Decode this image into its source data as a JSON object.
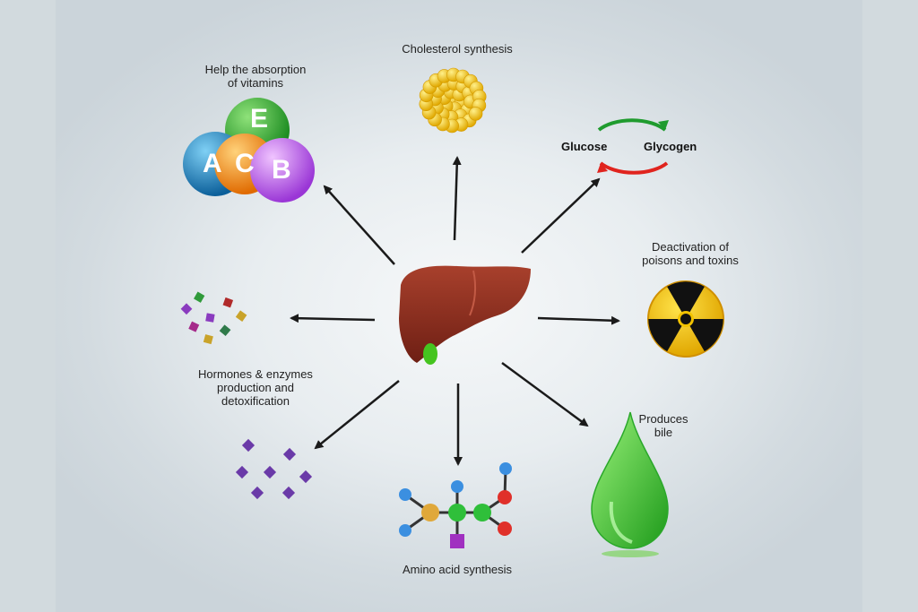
{
  "labels": {
    "vitamins": [
      "Help the absorption",
      "of vitamins"
    ],
    "cholesterol": "Cholesterol synthesis",
    "glucose": "Glucose",
    "glycogen": "Glycogen",
    "poisons": [
      "Deactivation of",
      "poisons and toxins"
    ],
    "hormones": [
      "Hormones & enzymes",
      "production and",
      "detoxification"
    ],
    "bile": [
      "Produces",
      "bile"
    ],
    "amino": "Amino acid synthesis"
  },
  "vitamin_letters": [
    "A",
    "C",
    "E",
    "B"
  ],
  "colors": {
    "liver": "#8a2a1c",
    "gallbladder": "#45c41f",
    "cycle_green": "#1f9b2e",
    "cycle_red": "#e0241e",
    "radiation": "#f2c200",
    "bile": "#4fd12f"
  }
}
